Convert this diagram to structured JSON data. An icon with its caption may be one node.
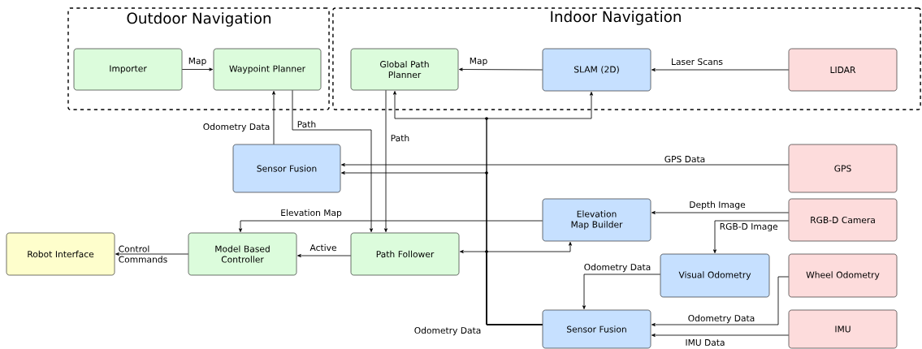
{
  "diagram": {
    "nodes": [
      {
        "text": [
          "Outdoor Navigation"
        ]
      },
      {
        "text": [
          "Indoor Navigation"
        ]
      },
      {
        "text": [
          "Importer"
        ],
        "in": 0
      },
      {
        "text": [
          "Waypoint Planner"
        ],
        "in": 0
      },
      {
        "text": [
          "Global Path Planner"
        ],
        "in": 1
      },
      {
        "text": [
          "SLAM (2D)"
        ],
        "in": 1
      },
      {
        "text": [
          "LIDAR"
        ],
        "in": 1
      },
      {
        "text": [
          "Sensor Fusion"
        ]
      },
      {
        "text": [
          "GPS"
        ]
      },
      {
        "text": [
          "Elevation Map Builder"
        ]
      },
      {
        "text": [
          "RGB-D Camera"
        ]
      },
      {
        "text": [
          "Robot Interface"
        ]
      },
      {
        "text": [
          "Model Based Controller"
        ]
      },
      {
        "text": [
          "Path Follower"
        ]
      },
      {
        "text": [
          "Visual Odometry"
        ]
      },
      {
        "text": [
          "Wheel Odometry"
        ]
      },
      {
        "text": [
          "Sensor Fusion"
        ]
      },
      {
        "text": [
          "IMU"
        ]
      }
    ],
    "edges": [
      {
        "from": 2,
        "to": 3,
        "arrow": "to",
        "label": "Map"
      },
      {
        "from": 7,
        "to": 3,
        "arrow": "to",
        "label": "Odometry Data"
      },
      {
        "from": 3,
        "to": 13,
        "arrow": "to",
        "label": "Path"
      },
      {
        "from": 4,
        "to": 13,
        "arrow": "to",
        "label": "Path"
      },
      {
        "from": 5,
        "to": 4,
        "arrow": "to",
        "label": "Map"
      },
      {
        "from": 6,
        "to": 5,
        "arrow": "to",
        "label": "Laser Scans"
      },
      {
        "from": 8,
        "to": 7,
        "arrow": "to",
        "label": "GPS Data"
      },
      {
        "from": 16,
        "to": 4,
        "arrow": "to",
        "label": "Odometry Data"
      },
      {
        "from": 16,
        "to": 5,
        "arrow": "to"
      },
      {
        "from": 16,
        "to": 7,
        "arrow": "to"
      },
      {
        "from": 16,
        "to": 13,
        "arrow": "to"
      },
      {
        "from": 16,
        "to": 9,
        "arrow": "to"
      },
      {
        "from": 9,
        "to": 12,
        "arrow": "to",
        "label": "Elevation Map"
      },
      {
        "from": 13,
        "to": 12,
        "arrow": "to",
        "label": "Active"
      },
      {
        "from": 12,
        "to": 11,
        "arrow": "to",
        "label": "Control Commands"
      },
      {
        "from": 10,
        "to": 9,
        "arrow": "to",
        "label": "Depth Image"
      },
      {
        "from": 10,
        "to": 14,
        "arrow": "to",
        "label": "RGB-D Image"
      },
      {
        "from": 14,
        "to": 16,
        "arrow": "to",
        "label": "Odometry Data"
      },
      {
        "from": 15,
        "to": 16,
        "arrow": "to",
        "label": "Odometry Data"
      },
      {
        "from": 17,
        "to": 16,
        "arrow": "to",
        "label": "IMU Data"
      }
    ]
  }
}
